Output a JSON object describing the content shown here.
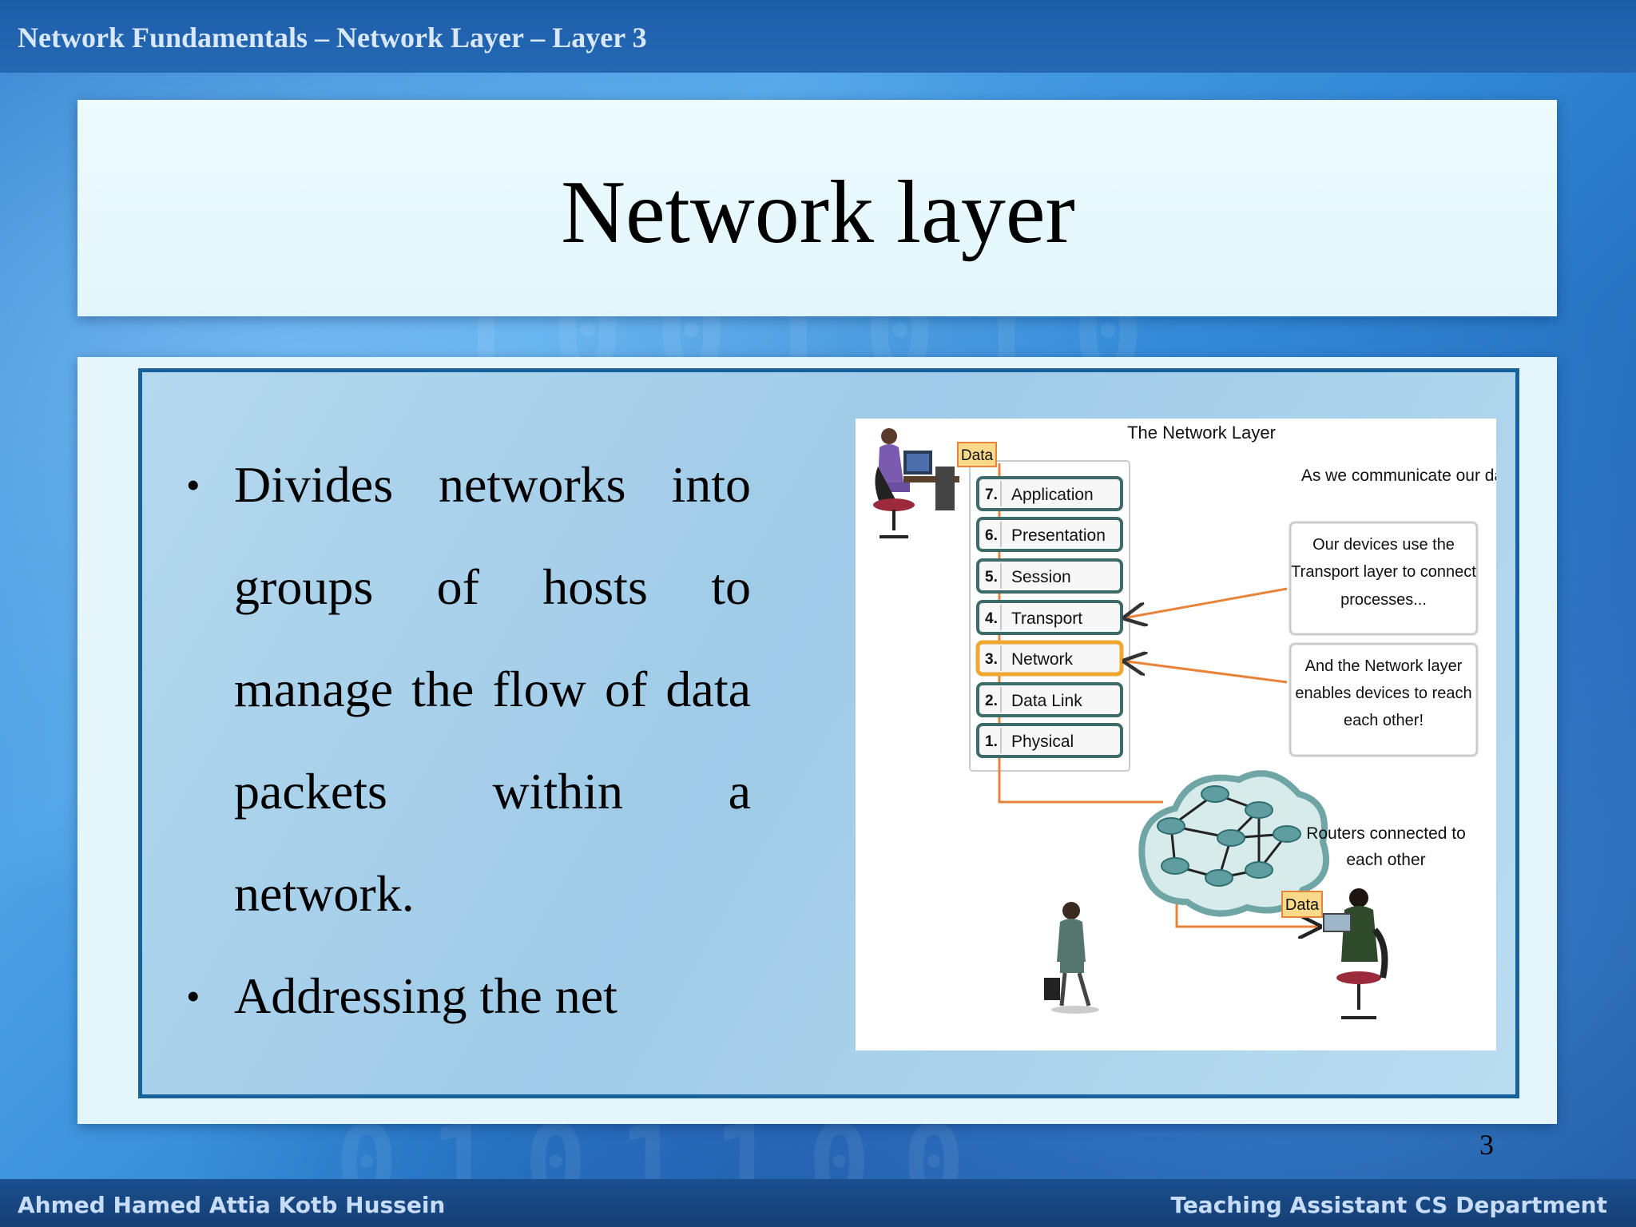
{
  "header": {
    "title": "Network Fundamentals – Network Layer – Layer 3"
  },
  "slide": {
    "title": "Network layer",
    "bullets": [
      "Divides networks into groups of hosts to manage the flow of data packets within a network.",
      "Addressing the net"
    ],
    "page_number": "3"
  },
  "figure": {
    "title": "The Network Layer",
    "data_tag": "Data",
    "layers": [
      {
        "num": "7.",
        "name": "Application"
      },
      {
        "num": "6.",
        "name": "Presentation"
      },
      {
        "num": "5.",
        "name": "Session"
      },
      {
        "num": "4.",
        "name": "Transport"
      },
      {
        "num": "3.",
        "name": "Network"
      },
      {
        "num": "2.",
        "name": "Data Link"
      },
      {
        "num": "1.",
        "name": "Physical"
      }
    ],
    "highlighted_layer": "Network",
    "caption_top": "As we communicate our data...",
    "note_transport": [
      "Our devices use the",
      "Transport layer to connect",
      "processes..."
    ],
    "note_network": [
      "And the Network layer",
      "enables devices to reach",
      "each other!"
    ],
    "routers_caption": [
      "Routers connected to",
      "each other"
    ],
    "colors": {
      "arrow": "#e8833a",
      "highlight": "#f0a830",
      "tag": "#fbd98a",
      "router": "#5f9ea0"
    },
    "icons": [
      "workstation-user-icon",
      "router-cloud-icon",
      "standing-user-icon",
      "laptop-user-icon"
    ]
  },
  "footer": {
    "left": "Ahmed Hamed Attia Kotb Hussein",
    "right": "Teaching Assistant CS Department"
  }
}
